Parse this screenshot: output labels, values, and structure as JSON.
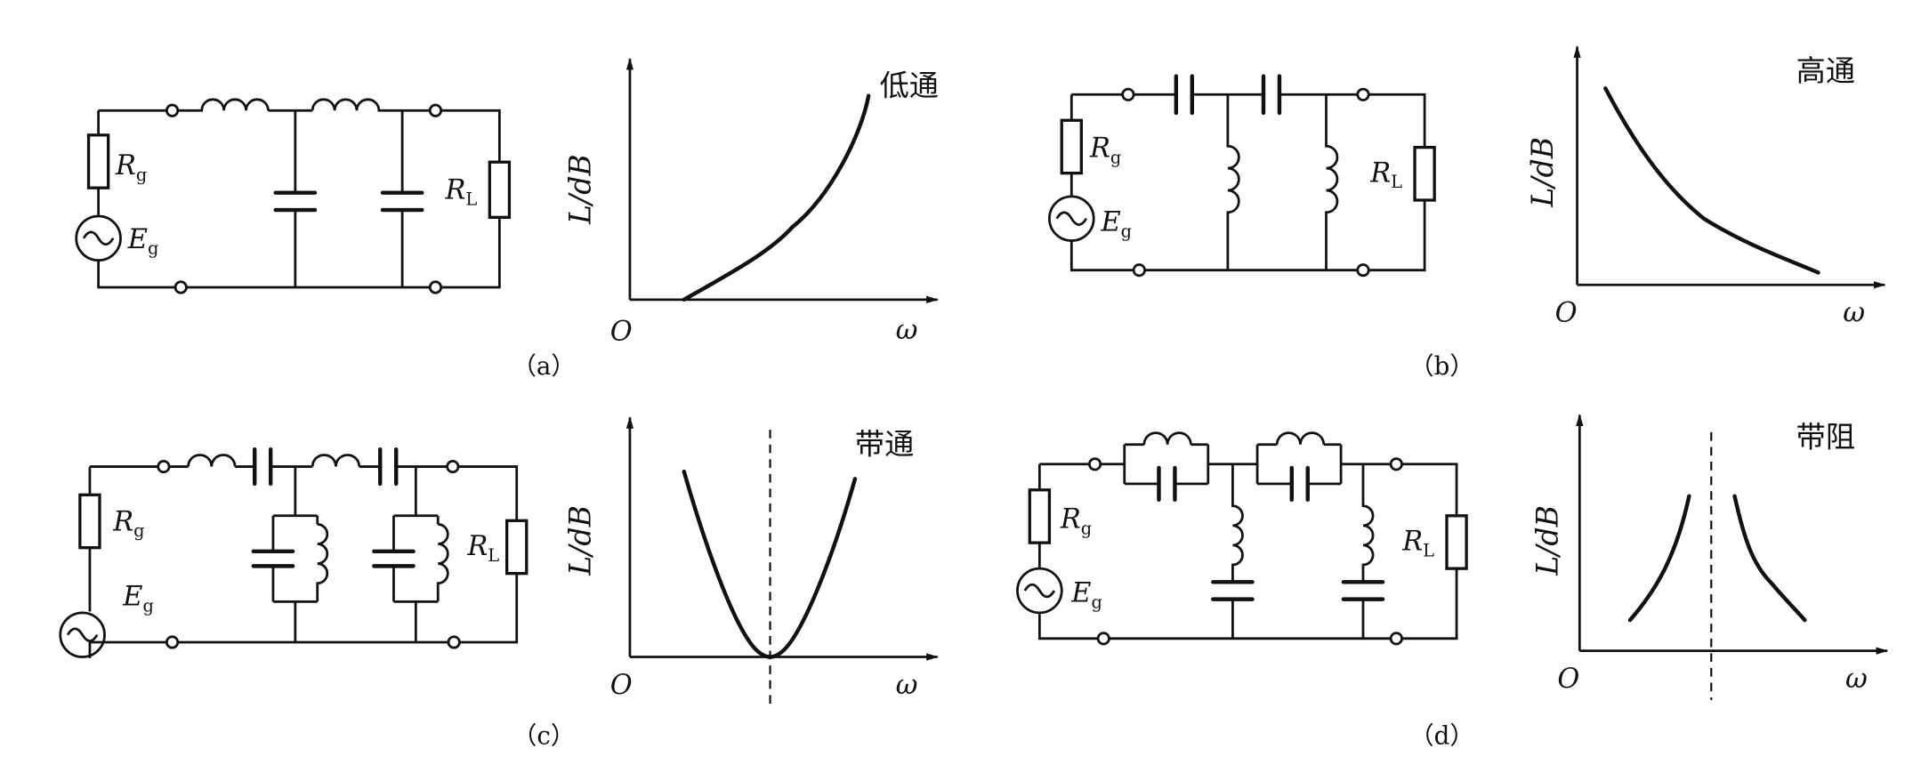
{
  "labels": {
    "Rg_main": "R",
    "Rg_sub": "g",
    "Eg_main": "E",
    "Eg_sub": "g",
    "RL_main": "R",
    "RL_sub": "L",
    "L_dB": "L/dB",
    "O": "O",
    "omega": "ω"
  },
  "panels": {
    "a": {
      "caption": "（a）",
      "type": "低通"
    },
    "b": {
      "caption": "（b）",
      "type": "高通"
    },
    "c": {
      "caption": "（c）",
      "type": "带通"
    },
    "d": {
      "caption": "（d）",
      "type": "带阻"
    }
  },
  "colors": {
    "ink": "#111111",
    "background": "#ffffff"
  }
}
